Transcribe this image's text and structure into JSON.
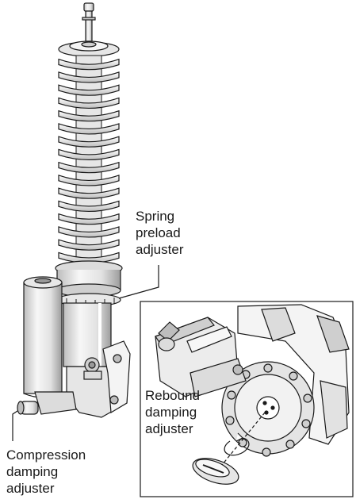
{
  "labels": {
    "spring_preload": [
      "Spring",
      "preload",
      "adjuster"
    ],
    "rebound_damping": [
      "Rebound",
      "damping",
      "adjuster"
    ],
    "compression_damping": [
      "Compression",
      "damping",
      "adjuster"
    ]
  },
  "colors": {
    "line": "#1a1a1a",
    "shade_light": "#f2f2f2",
    "shade_mid": "#cfcfcf",
    "shade_dark": "#9a9a9a",
    "background": "#ffffff"
  }
}
